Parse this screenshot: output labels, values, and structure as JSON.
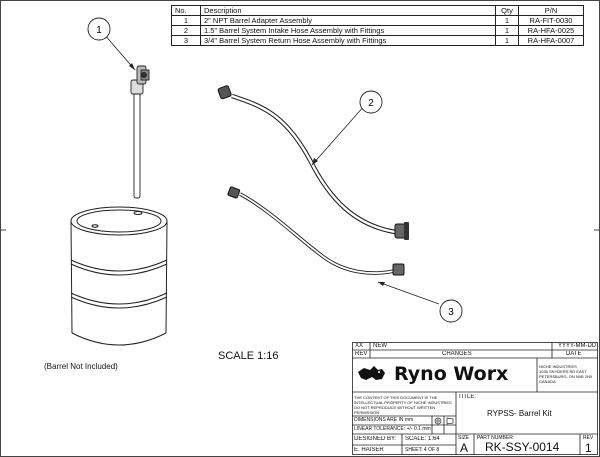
{
  "bom": {
    "headers": [
      "No.",
      "Description",
      "Qty",
      "P/N"
    ],
    "rows": [
      {
        "no": "1",
        "description": "2\" NPT Barrel Adapter Assembly",
        "qty": "1",
        "pn": "RA-FIT-0030"
      },
      {
        "no": "2",
        "description": "1.5\" Barrel System Intake Hose Assembly with Fittings",
        "qty": "1",
        "pn": "RA-HFA-0025"
      },
      {
        "no": "3",
        "description": "3/4\" Barrel System Return Hose Assembly with Fittings",
        "qty": "1",
        "pn": "RA-HFA-0007"
      }
    ]
  },
  "callouts": [
    "1",
    "2",
    "3"
  ],
  "scale_text": "SCALE  1:16",
  "barrel_note": "(Barrel Not Included)",
  "title_block": {
    "rev_row": {
      "rev_code": "XX",
      "rev_desc": "NEW",
      "rev_date": "YYYY-MM-DD"
    },
    "rev_headers": {
      "rev": "REV",
      "changes": "CHANGES",
      "date": "DATE"
    },
    "logo_text": "Ryno Worx",
    "company_lines": [
      "NICHE INDUSTRIES",
      "1035 SNYDERS RD EAST",
      "PETERSBURG, ON N0B 2H0",
      "CANADA"
    ],
    "confidential": "THE CONTENT OF THIS DOCUMENT IS THE INTELLECTUAL PROPERTY OF NICHE INDUSTRIES DO NOT REPRODUCE WITHOUT WRITTEN PERMISSION",
    "dimensions": "DIMENSIONS ARE IN mm",
    "tolerance": "LINEAR TOLERANCE: +/- 0.1 mm",
    "title_label": "TITLE:",
    "title": "RYPSS- Barrel Kit",
    "designed_by_label": "DESIGNED BY:",
    "designer": "E. HAISER",
    "scale": "SCALE: 1:64",
    "sheet": "SHEET: 4 OF 8",
    "size_label": "SIZE",
    "size": "A",
    "part_label": "PART NUMBER:",
    "part_number": "RK-SSY-0014",
    "rev_label": "REV",
    "rev": "1"
  }
}
